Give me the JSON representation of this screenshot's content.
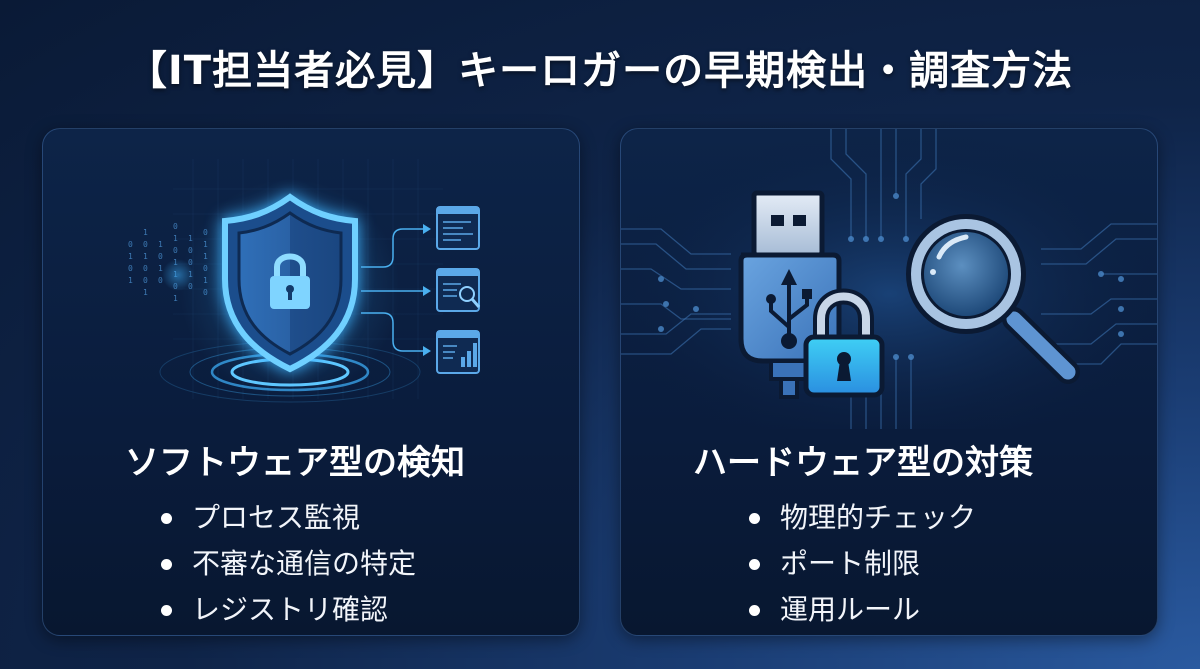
{
  "title": "【IT担当者必見】キーロガーの早期検出・調査方法",
  "colors": {
    "background_dark": "#0a1a36",
    "background_light": "#2a5aa0",
    "card_bg": "#0a1c3c",
    "accent_glow": "#3fb4ff",
    "icon_blue": "#5b95d6",
    "text": "#ffffff"
  },
  "cards": [
    {
      "heading": "ソフトウェア型の検知",
      "icons": [
        "shield-lock-icon",
        "binary-code-icon",
        "log-window-icon",
        "search-window-icon",
        "chart-window-icon"
      ],
      "items": [
        "プロセス監視",
        "不審な通信の特定",
        "レジストリ確認"
      ]
    },
    {
      "heading": "ハードウェア型の対策",
      "icons": [
        "usb-icon",
        "padlock-icon",
        "magnifier-icon",
        "circuit-icon"
      ],
      "items": [
        "物理的チェック",
        "ポート制限",
        "運用ルール"
      ]
    }
  ]
}
